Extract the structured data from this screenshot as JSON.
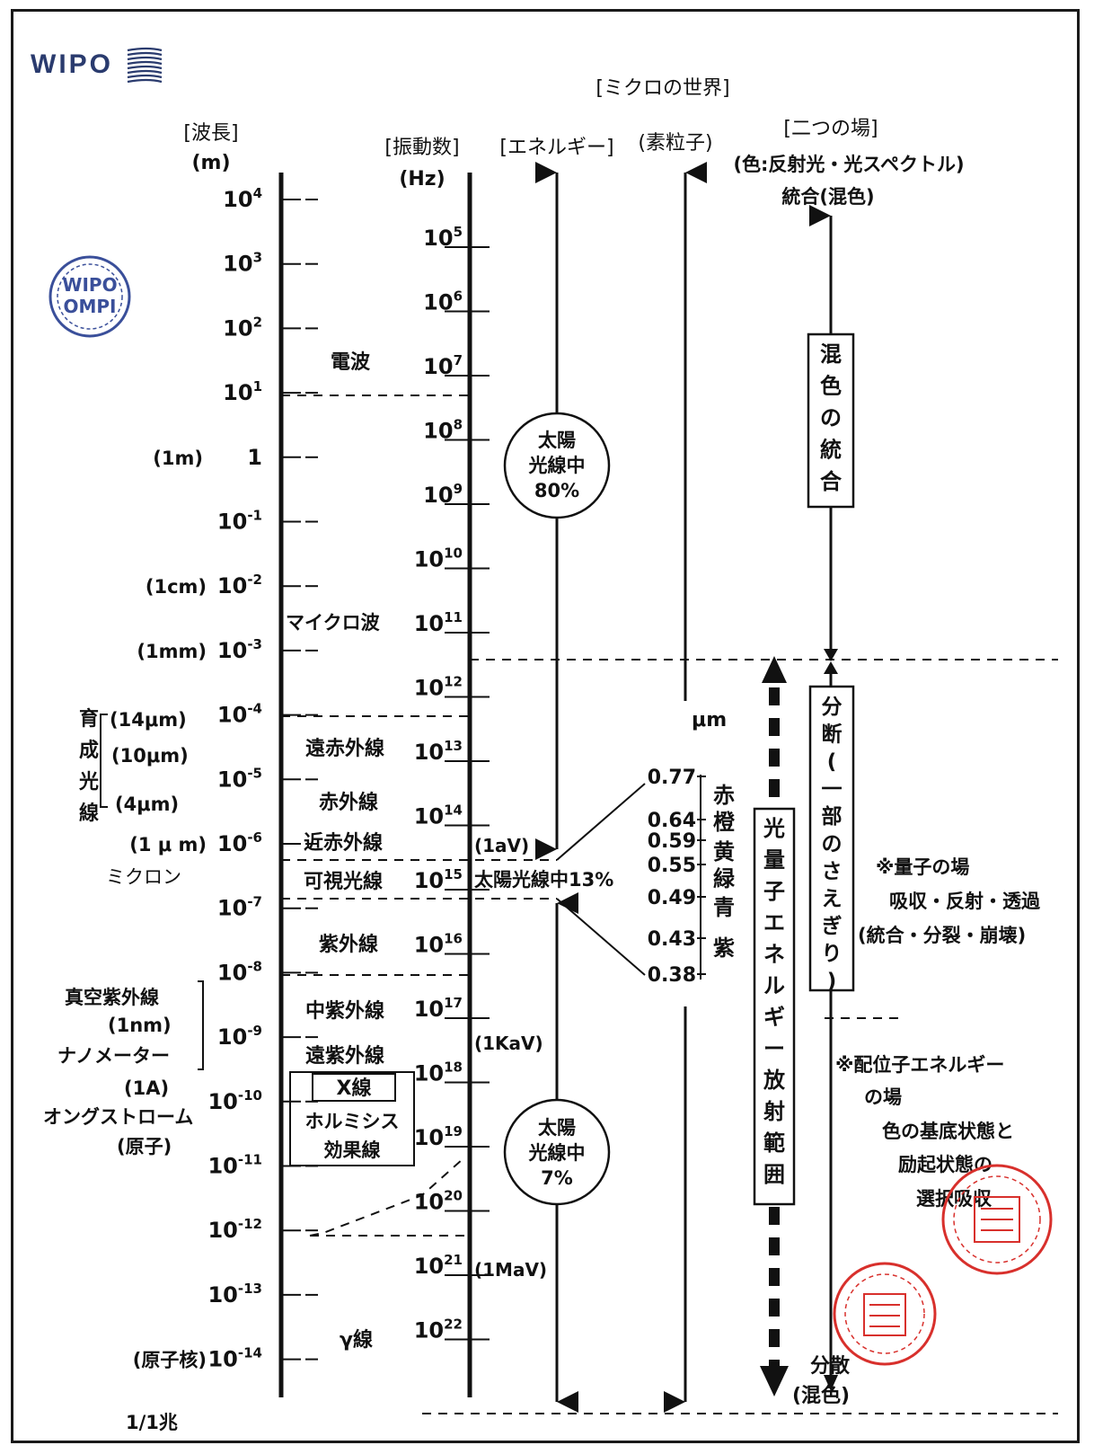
{
  "logo": {
    "text": "WIPO",
    "seal_text": [
      "WIPO",
      "OMPI"
    ],
    "color": "#2a3b6e"
  },
  "headers": {
    "wavelength": "[波長]",
    "wavelength_unit": "(m)",
    "frequency": "[振動数]",
    "frequency_unit": "(Hz)",
    "energy": "[エネルギー]",
    "micro_world": "[ミクロの世界]",
    "particle": "(素粒子)",
    "two_fields": "[二つの場]",
    "color_note": "(色:反射光・光スペクトル)",
    "integration": "統合(混色)"
  },
  "wavelength_ticks": [
    {
      "base": "10",
      "exp": "4",
      "prefix": ""
    },
    {
      "base": "10",
      "exp": "3",
      "prefix": ""
    },
    {
      "base": "10",
      "exp": "2",
      "prefix": ""
    },
    {
      "base": "10",
      "exp": "1",
      "prefix": ""
    },
    {
      "base": "1",
      "exp": "",
      "prefix": "(1m)"
    },
    {
      "base": "10",
      "exp": "-1",
      "prefix": ""
    },
    {
      "base": "10",
      "exp": "-2",
      "prefix": "(1cm)"
    },
    {
      "base": "10",
      "exp": "-3",
      "prefix": "(1mm)"
    },
    {
      "base": "10",
      "exp": "-4",
      "prefix": ""
    },
    {
      "base": "10",
      "exp": "-5",
      "prefix": ""
    },
    {
      "base": "10",
      "exp": "-6",
      "prefix": "(1 μ m)"
    },
    {
      "base": "10",
      "exp": "-7",
      "prefix": ""
    },
    {
      "base": "10",
      "exp": "-8",
      "prefix": ""
    },
    {
      "base": "10",
      "exp": "-9",
      "prefix": ""
    },
    {
      "base": "10",
      "exp": "-10",
      "prefix": ""
    },
    {
      "base": "10",
      "exp": "-11",
      "prefix": ""
    },
    {
      "base": "10",
      "exp": "-12",
      "prefix": ""
    },
    {
      "base": "10",
      "exp": "-13",
      "prefix": ""
    },
    {
      "base": "10",
      "exp": "-14",
      "prefix": "(原子核)"
    }
  ],
  "wavelength_side_labels": {
    "ikusei": "育成光線",
    "um14": "(14μm)",
    "um10": "(10μm)",
    "um4": "(4μm)",
    "micron": "ミクロン",
    "vacuum_uv": "真空紫外線",
    "nm1": "(1nm)",
    "nanometer": "ナノメーター",
    "angstrom_1": "(1A)",
    "angstrom": "オングストローム",
    "atom": "(原子)",
    "one_trillionth": "1/1兆"
  },
  "frequency_ticks": [
    {
      "base": "10",
      "exp": "5"
    },
    {
      "base": "10",
      "exp": "6"
    },
    {
      "base": "10",
      "exp": "7"
    },
    {
      "base": "10",
      "exp": "8"
    },
    {
      "base": "10",
      "exp": "9"
    },
    {
      "base": "10",
      "exp": "10"
    },
    {
      "base": "10",
      "exp": "11"
    },
    {
      "base": "10",
      "exp": "12"
    },
    {
      "base": "10",
      "exp": "13"
    },
    {
      "base": "10",
      "exp": "14"
    },
    {
      "base": "10",
      "exp": "15"
    },
    {
      "base": "10",
      "exp": "16"
    },
    {
      "base": "10",
      "exp": "17"
    },
    {
      "base": "10",
      "exp": "18"
    },
    {
      "base": "10",
      "exp": "19"
    },
    {
      "base": "10",
      "exp": "20"
    },
    {
      "base": "10",
      "exp": "21"
    },
    {
      "base": "10",
      "exp": "22"
    }
  ],
  "bands": {
    "radio": "電波",
    "microwave": "マイクロ波",
    "far_ir": "遠赤外線",
    "ir": "赤外線",
    "near_ir": "近赤外線",
    "visible": "可視光線",
    "uv": "紫外線",
    "mid_uv": "中紫外線",
    "far_uv": "遠紫外線",
    "xray": "X線",
    "hormesis_1": "ホルミシス",
    "hormesis_2": "効果線",
    "gamma": "γ線"
  },
  "energy": {
    "ev": "(1aV)",
    "kev": "(1KaV)",
    "mev": "(1MaV)",
    "sun80": [
      "太陽",
      "光線中",
      "80%"
    ],
    "sun13": "太陽光線中13%",
    "sun7": [
      "太陽",
      "光線中",
      "7%"
    ]
  },
  "micro": {
    "unit": "μm",
    "values": [
      "0.77",
      "0.64",
      "0.59",
      "0.55",
      "0.49",
      "0.43",
      "0.38"
    ],
    "colors": [
      "赤",
      "橙",
      "黄",
      "緑",
      "青",
      "紫"
    ]
  },
  "photon_range": "光量子エネルギー放射範囲",
  "fields": {
    "mix_integration": "混色の統合",
    "partial_block": "分断(一部のさえぎり)",
    "quantum_field": "※量子の場",
    "quantum_ops": "吸収・反射・透過",
    "quantum_ops2": "(統合・分裂・崩壊)",
    "ligand_1": "※配位子エネルギー",
    "ligand_2": "の場",
    "ligand_3": "色の基底状態と",
    "ligand_4": "励起状態の",
    "ligand_5": "選択吸収",
    "dispersion_1": "分散",
    "dispersion_2": "(混色)"
  }
}
